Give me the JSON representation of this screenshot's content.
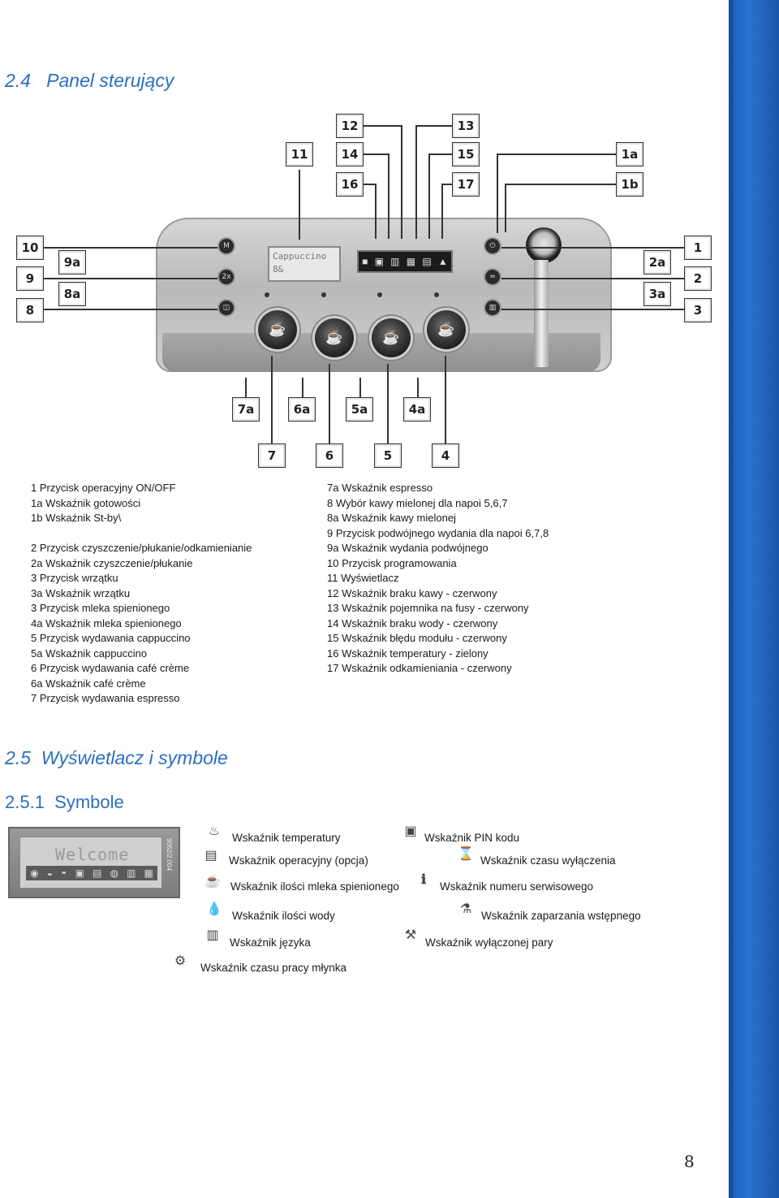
{
  "section_24": {
    "number": "2.4",
    "title": "Panel sterujący"
  },
  "diagram": {
    "display_line1": "Cappuccino",
    "display_line2": "8&",
    "callouts": {
      "c12": "12",
      "c13": "13",
      "c11": "11",
      "c14": "14",
      "c15": "15",
      "c1a": "1a",
      "c16": "16",
      "c17": "17",
      "c1b": "1b",
      "c10": "10",
      "c9a": "9a",
      "c9": "9",
      "c8a": "8a",
      "c8": "8",
      "c1": "1",
      "c2a": "2a",
      "c2": "2",
      "c3a": "3a",
      "c3": "3",
      "c7a": "7a",
      "c6a": "6a",
      "c5a": "5a",
      "c4a": "4a",
      "c7": "7",
      "c6": "6",
      "c5": "5",
      "c4": "4"
    }
  },
  "legend_left": [
    "1  Przycisk operacyjny ON/OFF",
    "1a Wskaźnik gotowości",
    "1b Wskaźnik St-by\\",
    "2  Przycisk czyszczenie/płukanie/odkamienianie",
    "2a Wskaźnik czyszczenie/płukanie",
    "3  Przycisk wrzątku",
    "3a Wskaźnik wrzątku",
    "3  Przycisk mleka spienionego",
    "4a Wskaźnik mleka spienionego",
    "5  Przycisk wydawania cappuccino",
    "5a Wskaźnik cappuccino",
    "6  Przycisk wydawania café crѐme",
    "6a Wskaźnik café crѐme",
    "7  Przycisk wydawania espresso"
  ],
  "legend_right": [
    "7a Wskaźnik espresso",
    "8  Wybór kawy mielonej dla napoi 5,6,7",
    "8a Wskaźnik kawy mielonej",
    "9  Przycisk podwójnego wydania dla napoi 6,7,8",
    "9a Wskaźnik wydania podwójnego",
    "10 Przycisk programowania",
    "11 Wyświetlacz",
    "12 Wskaźnik braku kawy - czerwony",
    "13 Wskaźnik pojemnika na fusy - czerwony",
    "14 Wskaźnik braku wody - czerwony",
    "15 Wskaźnik błędu modułu - czerwony",
    "16 Wskaźnik temperatury - zielony",
    "17 Wskaźnik odkamieniania - czerwony"
  ],
  "section_25": {
    "number": "2.5",
    "title": "Wyświetlacz i symbole"
  },
  "section_251": {
    "number": "2.5.1",
    "title": "Symbole"
  },
  "welcome_display": {
    "line1": "Welcome",
    "side_code": "9062/2.004"
  },
  "symbols": {
    "temp": "Wskaźnik temperatury",
    "pin": "Wskaźnik PIN kodu",
    "operacyjny": "Wskaźnik operacyjny (opcja)",
    "czas_wyl": "Wskaźnik czasu wyłączenia",
    "mleko": "Wskaźnik ilości mleka spienionego",
    "serwis": "Wskaźnik numeru serwisowego",
    "woda": "Wskaźnik ilości wody",
    "zaparzanie": "Wskaźnik zaparzania wstępnego",
    "jezyk": "Wskaźnik języka",
    "para": "Wskaźnik wyłączonej pary",
    "mlynek": "Wskaźnik czasu pracy młynka"
  },
  "page_number": "8",
  "colors": {
    "heading": "#2a6fc2",
    "sidebar": "#1f63bd"
  }
}
